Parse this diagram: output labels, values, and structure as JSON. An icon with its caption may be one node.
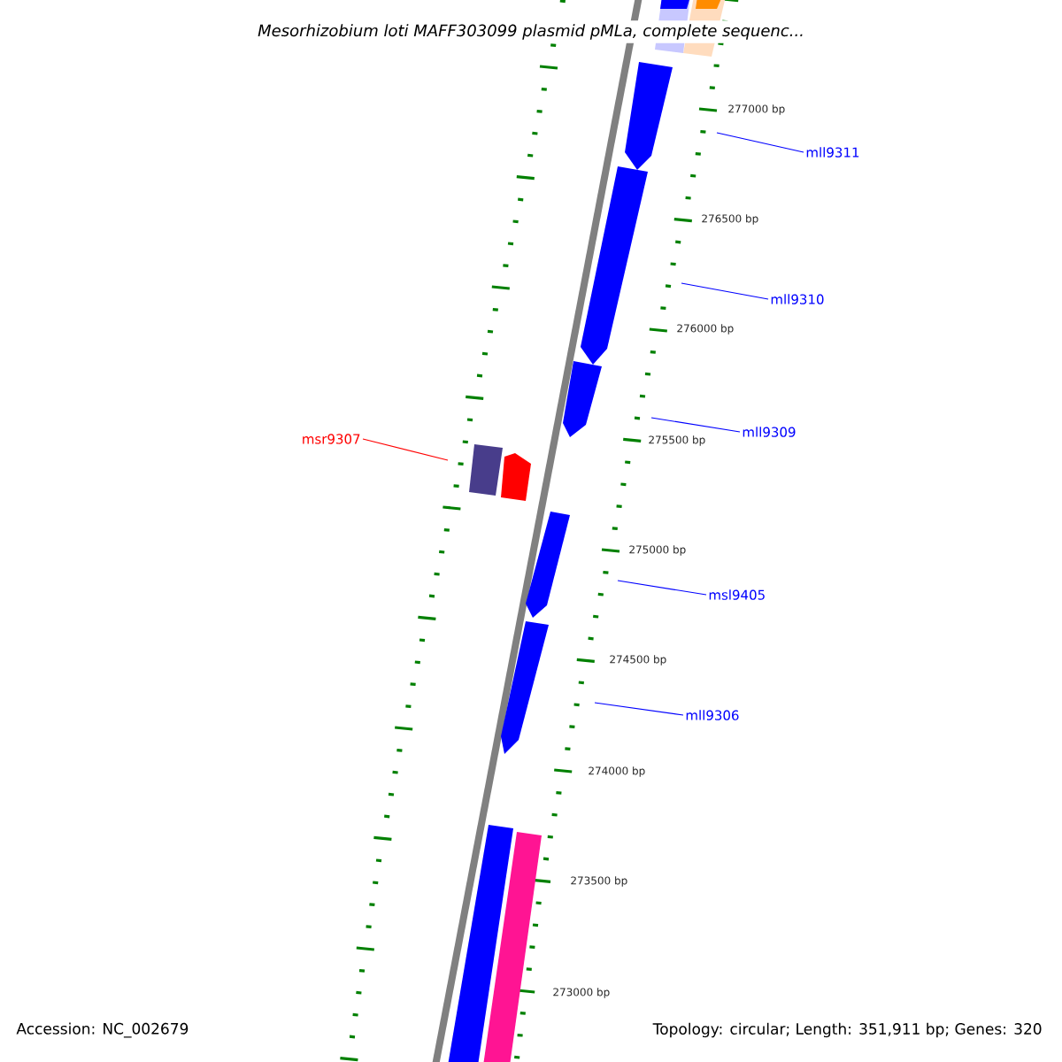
{
  "diagram": {
    "title": "Mesorhizobium loti MAFF303099 plasmid pMLa, complete sequenc...",
    "nodes": [
      {
        "text": [
          "mll9311"
        ]
      },
      {
        "text": [
          "mll9310"
        ]
      },
      {
        "text": [
          "mll9309"
        ]
      },
      {
        "text": [
          "msr9307"
        ]
      },
      {
        "text": [
          "msl9405"
        ]
      },
      {
        "text": [
          "mll9306"
        ]
      }
    ],
    "edges": [
      {
        "from": 0,
        "to": null,
        "arrow": "none"
      },
      {
        "from": 1,
        "to": null,
        "arrow": "none"
      },
      {
        "from": 2,
        "to": null,
        "arrow": "none"
      },
      {
        "from": 3,
        "to": null,
        "arrow": "none",
        "color": "#ff0000"
      },
      {
        "from": 4,
        "to": null,
        "arrow": "none"
      },
      {
        "from": 5,
        "to": null,
        "arrow": "none"
      }
    ],
    "labels": [
      "277000 bp",
      "276500 bp",
      "276000 bp",
      "275500 bp",
      "275000 bp",
      "274500 bp",
      "274000 bp",
      "273500 bp",
      "273000 bp",
      "Accession: NC_002679",
      "Topology: circular; Length: 351,911 bp; Genes: 320"
    ]
  }
}
